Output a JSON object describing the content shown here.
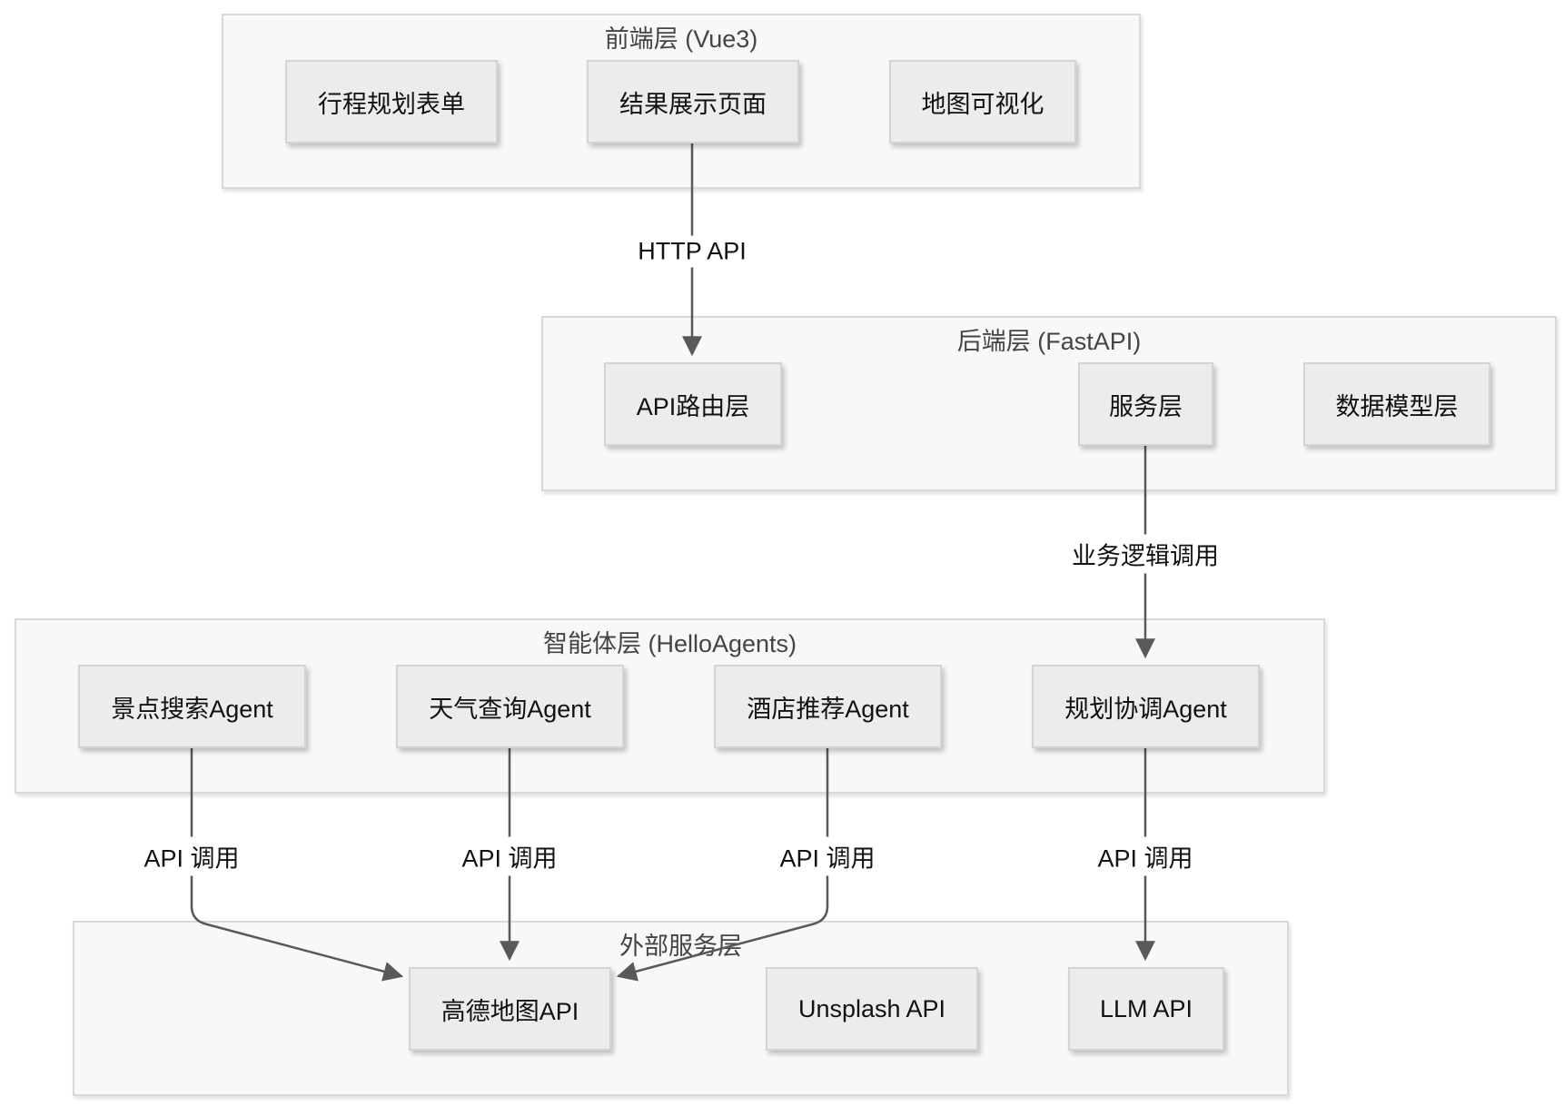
{
  "layers": {
    "frontend": {
      "title": "前端层 (Vue3)",
      "nodes": {
        "form": "行程规划表单",
        "results": "结果展示页面",
        "map": "地图可视化"
      }
    },
    "backend": {
      "title": "后端层 (FastAPI)",
      "nodes": {
        "router": "API路由层",
        "service": "服务层",
        "model": "数据模型层"
      }
    },
    "agents": {
      "title": "智能体层 (HelloAgents)",
      "nodes": {
        "attraction": "景点搜索Agent",
        "weather": "天气查询Agent",
        "hotel": "酒店推荐Agent",
        "planner": "规划协调Agent"
      }
    },
    "external": {
      "title": "外部服务层",
      "nodes": {
        "amap": "高德地图API",
        "unsplash": "Unsplash API",
        "llm": "LLM API"
      }
    }
  },
  "edges": {
    "http": "HTTP API",
    "business": "业务逻辑调用",
    "api_call_1": "API 调用",
    "api_call_2": "API 调用",
    "api_call_3": "API 调用",
    "api_call_4": "API 调用"
  },
  "colors": {
    "edge": "#595959",
    "layer_bg": "#f8f8f8",
    "node_bg": "#ececec"
  }
}
